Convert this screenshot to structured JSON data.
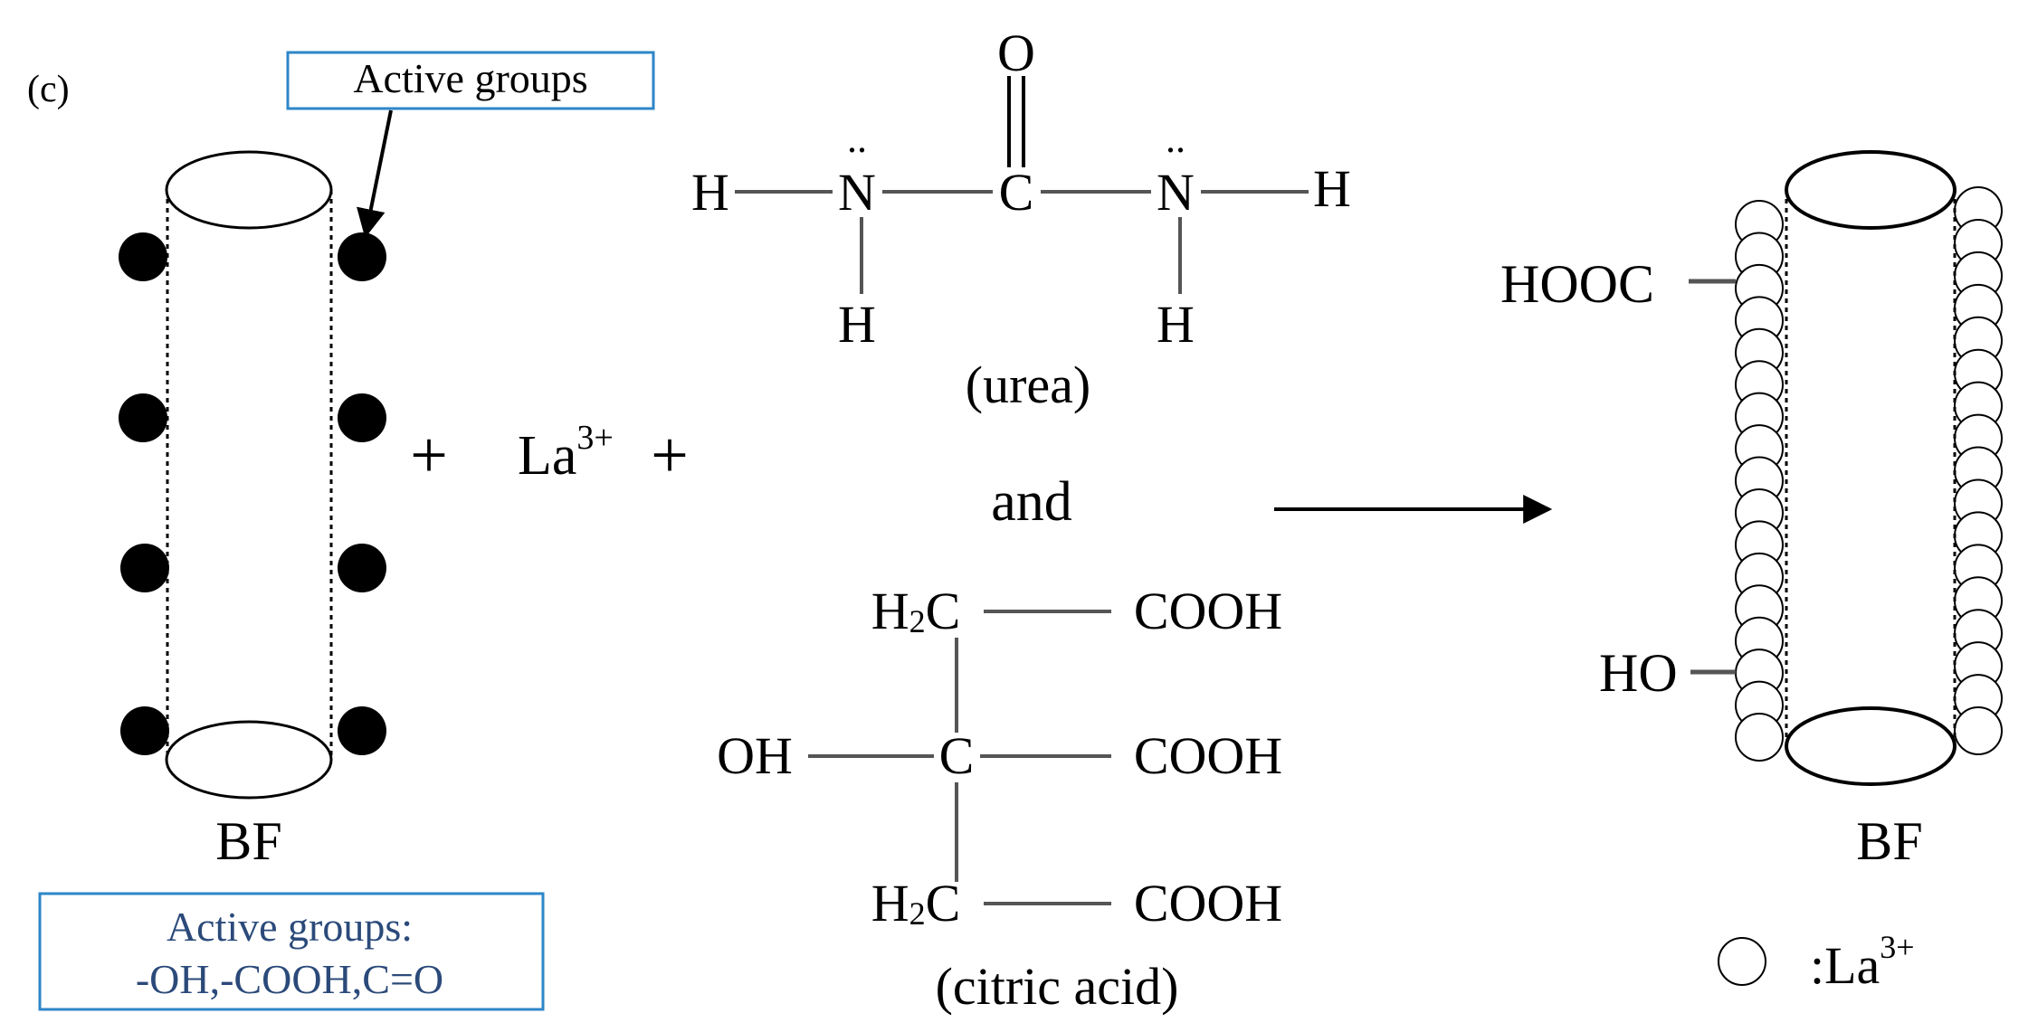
{
  "panel_label": "(c)",
  "active_groups_callout": "Active groups",
  "legend_box": {
    "line1": "Active groups:",
    "line2": "-OH,-COOH,C=O"
  },
  "fiber_label_left": "BF",
  "fiber_label_right": "BF",
  "plus_sign": "+",
  "lanthanum": {
    "symbol": "La",
    "charge": "3+"
  },
  "urea": {
    "caption": "(urea)",
    "atoms": {
      "o": "O",
      "c": "C",
      "n": "N",
      "h": "H"
    },
    "lone_pair": ".."
  },
  "and_text": "and",
  "citric_acid": {
    "caption": "(citric acid)",
    "ch2": "H",
    "ch2_sub": "2",
    "ch2_c": "C",
    "c": "C",
    "oh": "OH",
    "cooh": "COOH"
  },
  "product": {
    "hooc": "HOOC",
    "ho": "HO"
  },
  "la_legend": {
    "prefix": ":La",
    "charge": "3+"
  },
  "colors": {
    "ink": "#000000",
    "box_border": "#2e86c8",
    "legend_text": "#2b4a7a"
  },
  "icons": [
    "filled-dot-icon",
    "open-circle-icon",
    "arrow-right-icon"
  ]
}
